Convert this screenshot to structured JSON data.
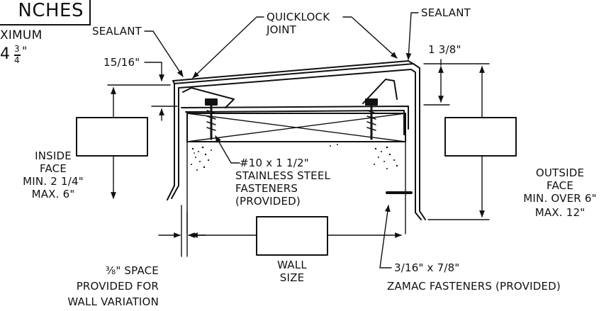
{
  "corner": {
    "unit_badge": "NCHES",
    "max_label": "XIMUM",
    "max_whole": "4",
    "max_num": "3",
    "max_den": "4",
    "max_unit": "\""
  },
  "labels": {
    "sealant_left": "SEALANT",
    "quicklock_line1": "QUICKLOCK",
    "quicklock_line2": "JOINT",
    "sealant_right": "SEALANT",
    "dim_15_16": "15/16\"",
    "dim_1_3_8": "1 3/8\"",
    "inside_face": [
      "INSIDE",
      "FACE",
      "MIN. 2 1/4\"",
      "MAX. 6\""
    ],
    "fastener_primary": [
      "#10 x 1 1/2\"",
      "STAINLESS STEEL",
      "FASTENERS",
      "(PROVIDED)"
    ],
    "outside_face": [
      "OUTSIDE",
      "FACE",
      "MIN. OVER 6\"",
      "MAX. 12\""
    ],
    "space_note": [
      "⅜\" SPACE",
      "PROVIDED FOR",
      "WALL VARIATION"
    ],
    "wall_size": [
      "WALL",
      "SIZE"
    ],
    "zamac_line1": "3/16\" x 7/8\"",
    "zamac_line2": "ZAMAC FASTENERS (PROVIDED)"
  }
}
